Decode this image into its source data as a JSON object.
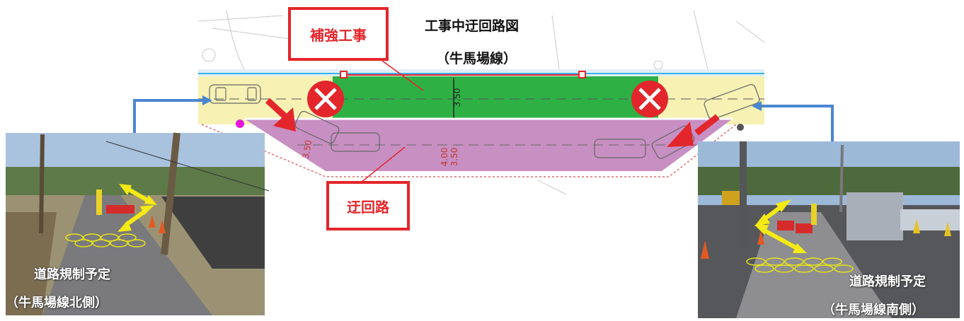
{
  "title": {
    "line1": "工事中迂回路図",
    "line2": "（牛馬場線）"
  },
  "labels": {
    "reinforcement": "補強工事",
    "detour": "迂回路"
  },
  "dimensions": {
    "lane_width": "3.50",
    "detour_width_left": "3.50",
    "detour_width_total": "4.00",
    "detour_width_inner": "3.50"
  },
  "photos": {
    "north": {
      "caption_line1": "道路規制予定",
      "caption_line2": "（牛馬場線北側）"
    },
    "south": {
      "caption_line1": "道路規制予定",
      "caption_line2": "（牛馬場線南側）"
    }
  },
  "colors": {
    "closed_lane": "#2eb045",
    "detour_road": "#c88fc3",
    "existing_road": "#f7f2b4",
    "marker_red": "#e3262b",
    "connector_blue": "#4a86d0",
    "arrow_yellow": "#f5ea14"
  }
}
